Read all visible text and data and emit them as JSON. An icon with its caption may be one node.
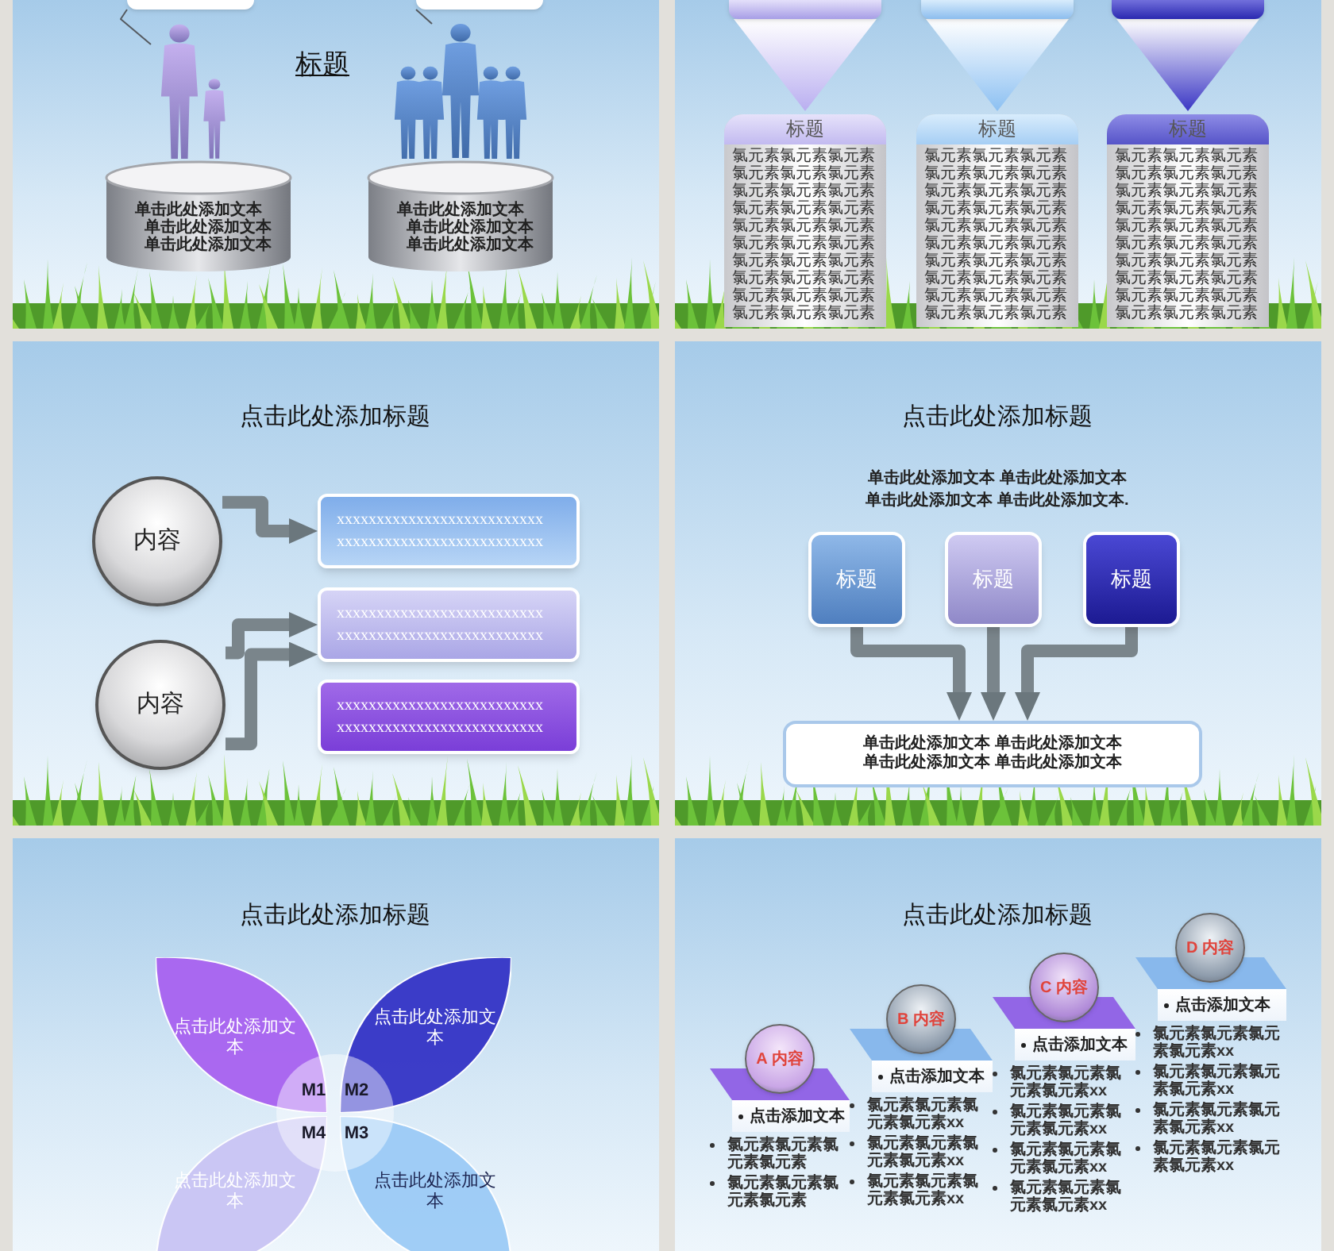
{
  "diagram": {
    "nodes": [
      {
        "text": [],
        "shape": "box"
      },
      {
        "text": [],
        "shape": "box"
      },
      {
        "text": [],
        "shape": "picture"
      },
      {
        "text": [],
        "shape": "picture"
      },
      {
        "text": [
          "单击此处添加文本",
          "单击此处添加文本",
          "单击此处添加文本"
        ]
      },
      {
        "text": [
          "单击此处添加文本",
          "单击此处添加文本",
          "单击此处添加文本"
        ]
      },
      {
        "text": [],
        "shape": "box"
      },
      {
        "text": [],
        "shape": "box"
      },
      {
        "text": [],
        "shape": "box"
      },
      {
        "text": [],
        "shape": "triangle"
      },
      {
        "text": [],
        "shape": "triangle"
      },
      {
        "text": [],
        "shape": "triangle"
      },
      {
        "text": [
          "标题",
          "氯元素氯元素氯元素氯元素氯元素氯元素氯元素氯元素氯元素氯元素氯元素氯元素氯元素氯元素氯元素氯元素氯元素氯元素氯元素氯元素氯元素氯元素氯元素氯元素氯元素氯元素氯元素氯元素氯元素氯元素"
        ]
      },
      {
        "text": [
          "标题",
          "氯元素氯元素氯元素氯元素氯元素氯元素氯元素氯元素氯元素氯元素氯元素氯元素氯元素氯元素氯元素氯元素氯元素氯元素氯元素氯元素氯元素氯元素氯元素氯元素氯元素氯元素氯元素氯元素氯元素氯元素"
        ]
      },
      {
        "text": [
          "标题",
          "氯元素氯元素氯元素氯元素氯元素氯元素氯元素氯元素氯元素氯元素氯元素氯元素氯元素氯元素氯元素氯元素氯元素氯元素氯元素氯元素氯元素氯元素氯元素氯元素氯元素氯元素氯元素氯元素氯元素氯元素"
        ]
      },
      {
        "text": [
          "内容"
        ]
      },
      {
        "text": [
          "内容"
        ]
      },
      {
        "text": [
          "xxxxxxxxxxxxxxxxxxxxxxxxxx xxxxxxxxxxxxxxxxxxxxxxxxxx"
        ]
      },
      {
        "text": [
          "xxxxxxxxxxxxxxxxxxxxxxxxxx xxxxxxxxxxxxxxxxxxxxxxxxxx"
        ]
      },
      {
        "text": [
          "xxxxxxxxxxxxxxxxxxxxxxxxxx xxxxxxxxxxxxxxxxxxxxxxxxxx"
        ]
      },
      {
        "text": [
          "标题"
        ]
      },
      {
        "text": [
          "标题"
        ]
      },
      {
        "text": [
          "标题"
        ]
      },
      {
        "text": [
          "单击此处添加文本 单击此处添加文本",
          "单击此处添加文本 单击此处添加文本"
        ]
      },
      {
        "text": [
          "点击此处添加文本"
        ]
      },
      {
        "text": [
          "点击此处添加文本"
        ]
      },
      {
        "text": [
          "点击此处添加文本"
        ]
      },
      {
        "text": [
          "点击此处添加文本"
        ]
      },
      {
        "text": [
          "M1",
          "M2",
          "M4",
          "M3"
        ]
      },
      {
        "text": [
          "A 内容"
        ]
      },
      {
        "text": [
          "B 内容"
        ]
      },
      {
        "text": [
          "C 内容"
        ]
      },
      {
        "text": [
          "D 内容"
        ]
      },
      {
        "text": [
          "点击添加文本"
        ]
      },
      {
        "text": [
          "点击添加文本"
        ]
      },
      {
        "text": [
          "点击添加文本"
        ]
      },
      {
        "text": [
          "点击添加文本"
        ]
      }
    ],
    "edges": [
      {
        "from": 0,
        "to": 2,
        "arrow": "none"
      },
      {
        "from": 1,
        "to": 3,
        "arrow": "none"
      },
      {
        "from": 15,
        "to": 17,
        "arrow": "to"
      },
      {
        "from": 16,
        "to": 18,
        "arrow": "to"
      },
      {
        "from": 16,
        "to": 18,
        "arrow": "to"
      },
      {
        "from": 20,
        "to": 23,
        "arrow": "to"
      },
      {
        "from": 21,
        "to": 23,
        "arrow": "to"
      },
      {
        "from": 22,
        "to": 23,
        "arrow": "to"
      }
    ],
    "labels": [
      "标题",
      "点击此处添加标题",
      "点击此处添加标题",
      "单击此处添加文本 单击此处添加文本",
      "单击此处添加文本 单击此处添加文本.",
      "点击此处添加标题",
      "点击此处添加标题",
      "氯元素氯元素氯元素氯元素",
      "氯元素氯元素氯元素氯元素",
      "氯元素氯元素氯元素氯元素xx",
      "氯元素氯元素氯元素氯元素xx",
      "氯元素氯元素氯元素氯元素xx",
      "氯元素氯元素氯元素氯元素xx",
      "氯元素氯元素氯元素氯元素xx",
      "氯元素氯元素氯元素氯元素xx",
      "氯元素氯元素氯元素氯元素xx",
      "氯元素氯元素氯元素氯元素xx",
      "氯元素氯元素氯元素氯元素xx",
      "氯元素氯元素氯元素氯元素xx",
      "氯元素氯元素氯元素氯元素xx"
    ]
  }
}
